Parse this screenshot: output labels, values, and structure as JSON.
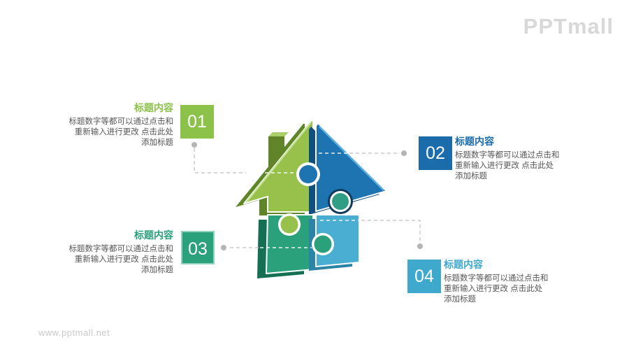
{
  "brand": {
    "logo_text": "PPTmall",
    "watermark": "www.pptmall.net"
  },
  "colors": {
    "green": "#8CC24A",
    "blue": "#1B6CAB",
    "teal": "#2AA07B",
    "cyan": "#3FA8CD",
    "connector": "#C9C9C9",
    "dot": "#B5B5B5"
  },
  "callouts": [
    {
      "number": "01",
      "title": "标题内容",
      "body": "标题数字等都可以通过点击和重新输入进行更改 点击此处添加标题",
      "color_key": "green"
    },
    {
      "number": "02",
      "title": "标题内容",
      "body": "标题数字等都可以通过点击和重新输入进行更改 点击此处添加标题",
      "color_key": "blue"
    },
    {
      "number": "03",
      "title": "标题内容",
      "body": "标题数字等都可以通过点击和重新输入进行更改 点击此处添加标题",
      "color_key": "teal"
    },
    {
      "number": "04",
      "title": "标题内容",
      "body": "标题数字等都可以通过点击和重新输入进行更改 点击此处添加标题",
      "color_key": "cyan"
    }
  ],
  "diagram": {
    "pieces": [
      {
        "name": "roof-left",
        "color": "#97C14A"
      },
      {
        "name": "roof-right",
        "color": "#1D74B0"
      },
      {
        "name": "wall-left",
        "color": "#2AA07B"
      },
      {
        "name": "wall-right",
        "color": "#4AAED3"
      }
    ]
  }
}
